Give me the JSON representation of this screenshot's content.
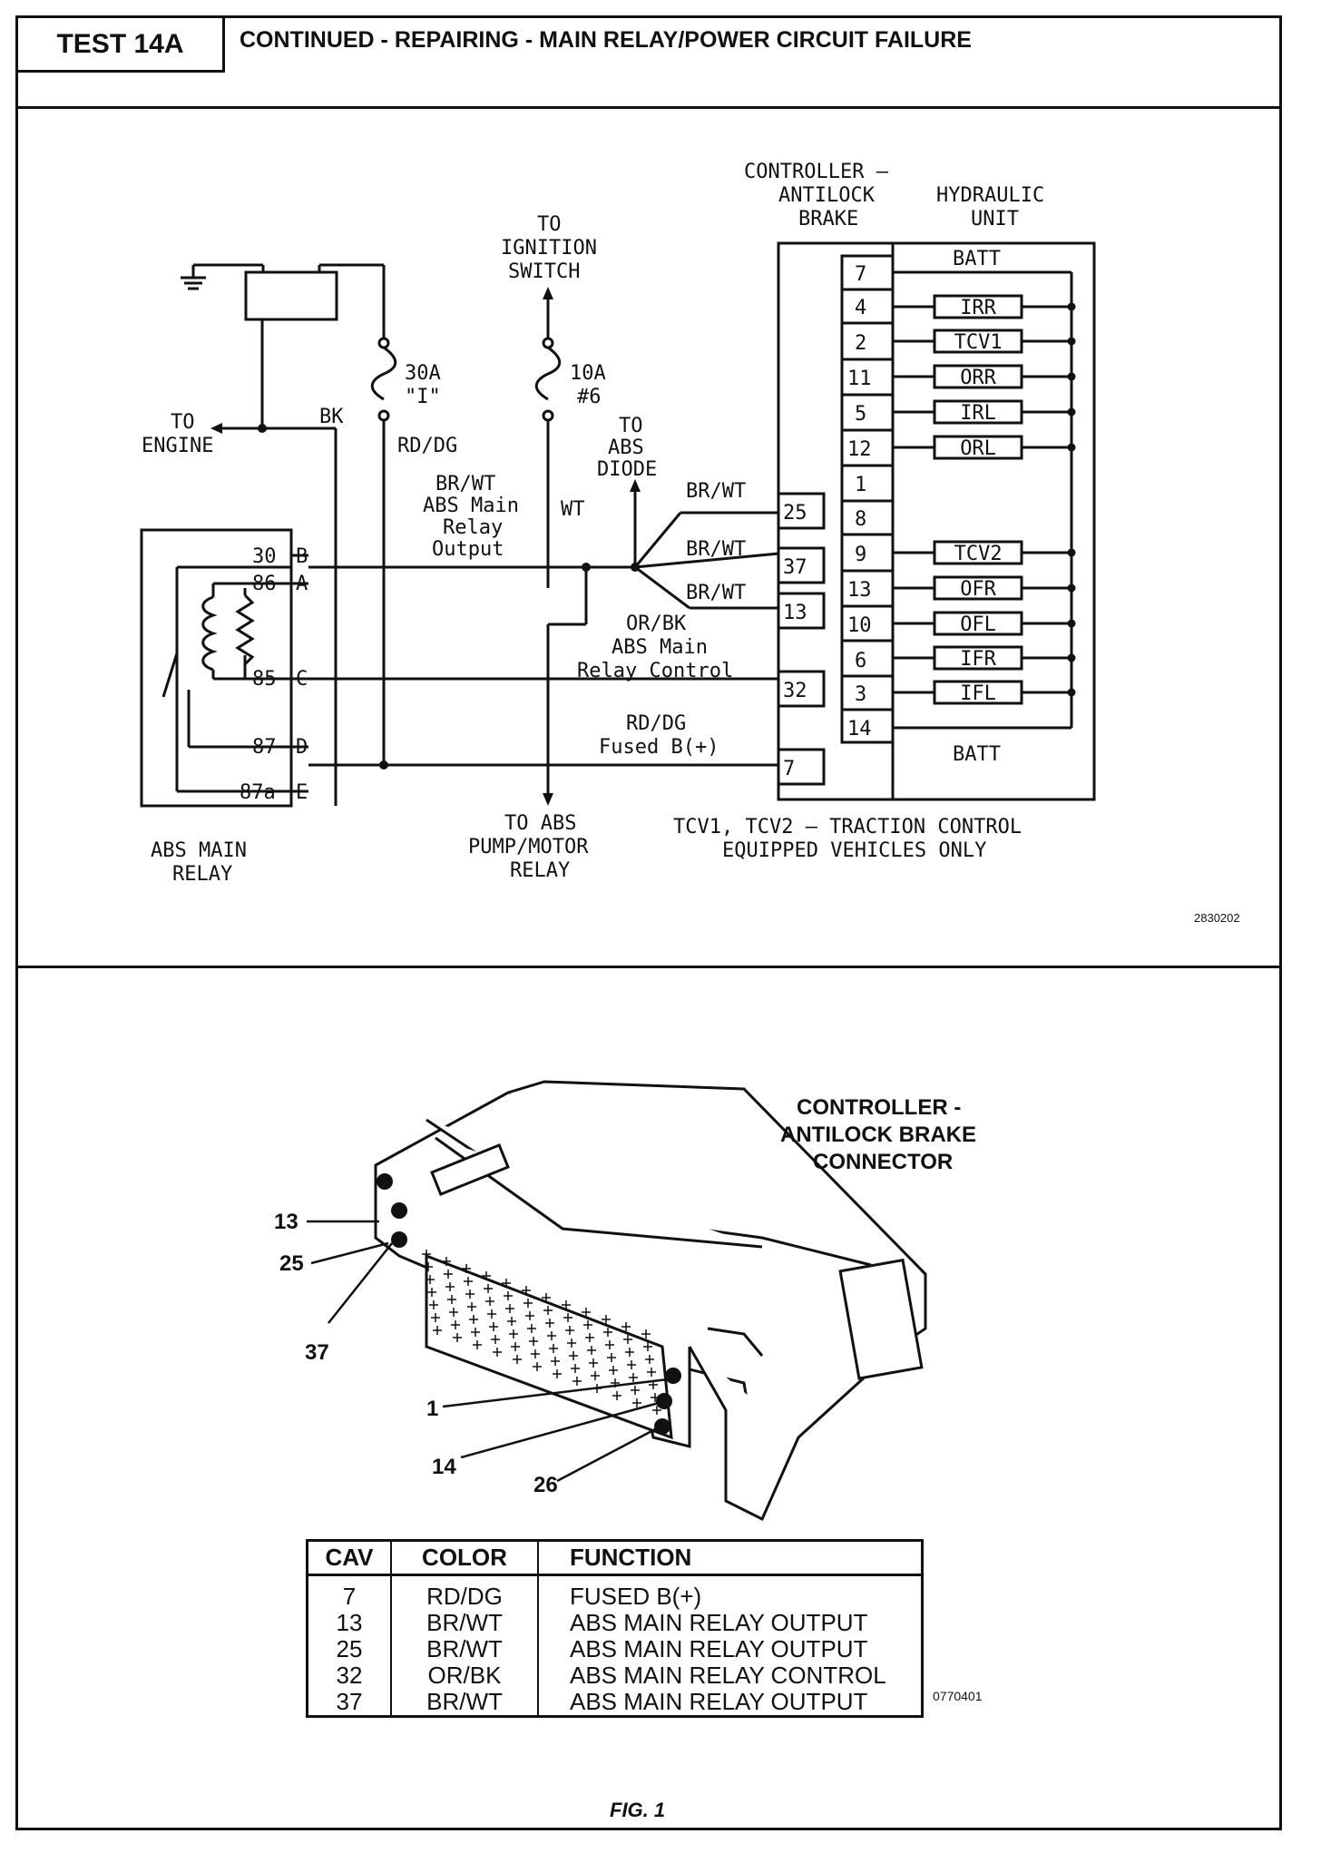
{
  "header": {
    "test_label": "TEST 14A",
    "title": "CONTINUED - REPAIRING - MAIN RELAY/POWER CIRCUIT FAILURE"
  },
  "schematic": {
    "controller_label": [
      "CONTROLLER –",
      "ANTILOCK",
      "BRAKE"
    ],
    "hydraulic_label": [
      "HYDRAULIC",
      "UNIT"
    ],
    "ignition_label": [
      "TO",
      "IGNITION",
      "SWITCH"
    ],
    "engine_label": [
      "TO",
      "ENGINE"
    ],
    "fuse_30a": [
      "30A",
      "\"I\""
    ],
    "fuse_10a": [
      "10A",
      "#6"
    ],
    "wire_bk": "BK",
    "wire_rd_dg": "RD/DG",
    "wire_wt": "WT",
    "br_wt_label": [
      "BR/WT",
      "ABS Main",
      "Relay",
      "Output"
    ],
    "abs_diode_label": [
      "TO",
      "ABS",
      "DIODE"
    ],
    "wire_br_wt": "BR/WT",
    "or_bk_label": [
      "OR/BK",
      "ABS Main",
      "Relay Control"
    ],
    "rd_dg_fused_label": [
      "RD/DG",
      "Fused B(+)"
    ],
    "pump_relay_label": [
      "TO ABS",
      "PUMP/MOTOR",
      "RELAY"
    ],
    "relay_label": [
      "ABS MAIN",
      "RELAY"
    ],
    "relay_pins": [
      {
        "num": "30",
        "letter": "B"
      },
      {
        "num": "86",
        "letter": "A"
      },
      {
        "num": "85",
        "letter": "C"
      },
      {
        "num": "87",
        "letter": "D"
      },
      {
        "num": "87a",
        "letter": "E"
      }
    ],
    "controller_pins": [
      "25",
      "37",
      "13",
      "32",
      "7"
    ],
    "hcu_pins": [
      "7",
      "4",
      "2",
      "11",
      "5",
      "12",
      "1",
      "8",
      "9",
      "13",
      "10",
      "6",
      "3",
      "14"
    ],
    "hcu_coils": [
      "IRR",
      "TCV1",
      "ORR",
      "IRL",
      "ORL",
      "TCV2",
      "OFR",
      "OFL",
      "IFR",
      "IFL"
    ],
    "batt_top": "BATT",
    "batt_bottom": "BATT",
    "tcv_note": [
      "TCV1, TCV2 – TRACTION CONTROL",
      "EQUIPPED VEHICLES ONLY"
    ],
    "figure_code": "2830202"
  },
  "connector": {
    "title": [
      "CONTROLLER -",
      "ANTILOCK BRAKE",
      "CONNECTOR"
    ],
    "callouts": [
      "13",
      "25",
      "37",
      "1",
      "14",
      "26"
    ],
    "figure_code": "0770401"
  },
  "cav_table": {
    "headers": [
      "CAV",
      "COLOR",
      "FUNCTION"
    ],
    "rows": [
      [
        "7",
        "RD/DG",
        "FUSED B(+)"
      ],
      [
        "13",
        "BR/WT",
        "ABS MAIN RELAY OUTPUT"
      ],
      [
        "25",
        "BR/WT",
        "ABS MAIN RELAY OUTPUT"
      ],
      [
        "32",
        "OR/BK",
        "ABS MAIN RELAY CONTROL"
      ],
      [
        "37",
        "BR/WT",
        "ABS MAIN RELAY OUTPUT"
      ]
    ]
  },
  "caption": "FIG. 1"
}
